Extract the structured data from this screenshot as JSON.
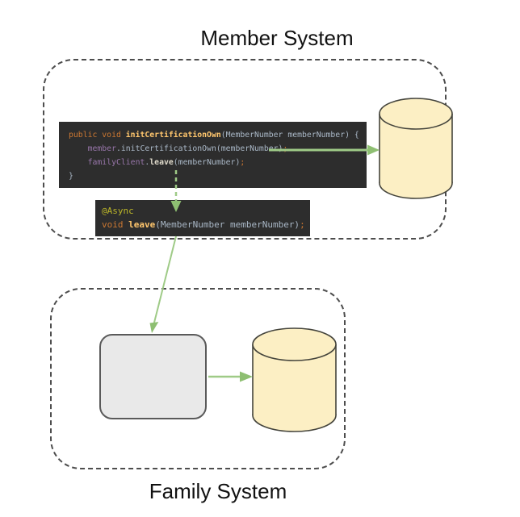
{
  "member_system": {
    "title": "Member System",
    "main_code": {
      "lines": [
        [
          [
            "kw",
            "public void "
          ],
          [
            "method",
            "initCertificationOwn"
          ],
          [
            "plain",
            "(MemberNumber memberNumber) {"
          ]
        ],
        [
          [
            "plain",
            "    "
          ],
          [
            "field",
            "member"
          ],
          [
            "plain",
            ".initCertificationOwn(memberNumber)"
          ],
          [
            "kw",
            ";"
          ]
        ],
        [
          [
            "plain",
            "    "
          ],
          [
            "field",
            "familyClient"
          ],
          [
            "plain",
            "."
          ],
          [
            "call",
            "leave"
          ],
          [
            "plain",
            "(memberNumber)"
          ],
          [
            "kw",
            ";"
          ]
        ],
        [
          [
            "plain",
            "}"
          ]
        ]
      ]
    },
    "async_code": {
      "lines": [
        [
          [
            "ann",
            "@Async"
          ]
        ],
        [
          [
            "kw",
            "void "
          ],
          [
            "method",
            "leave"
          ],
          [
            "plain",
            "(MemberNumber memberNumber)"
          ],
          [
            "kw",
            ";"
          ]
        ]
      ]
    }
  },
  "family_system": {
    "title": "Family System"
  },
  "colors": {
    "code-bg": "#2d2d2d",
    "kw": "#cc7832",
    "method": "#ffc66d",
    "field": "#9876aa",
    "plain": "#a9b7c6",
    "call": "#ded9ca",
    "ann": "#bbb529",
    "arrow-green": "#9fcb87",
    "arrow-green-head": "#8ebf72",
    "db-fill": "#fcefc4",
    "db-stroke": "#44443c",
    "box-border": "#4d4d4d",
    "node-fill": "#e9e9e9",
    "node-stroke": "#5a5a5a"
  }
}
